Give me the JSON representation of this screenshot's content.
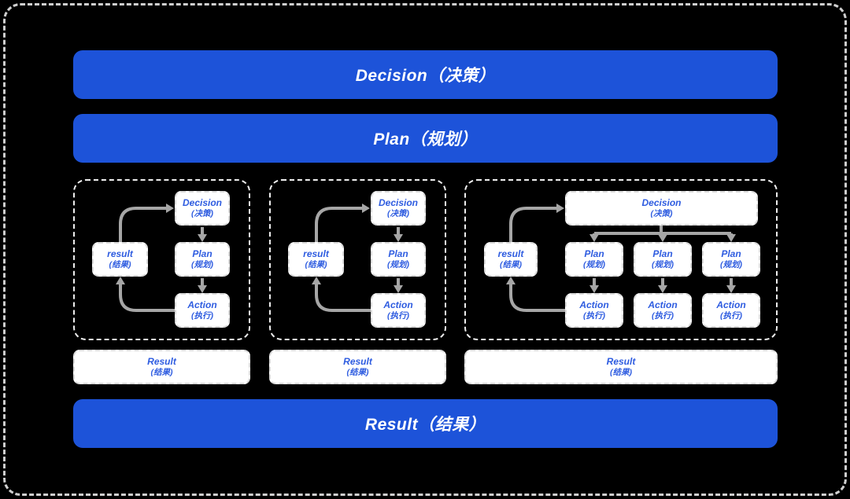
{
  "title_banners": {
    "decision": "Decision（决策）",
    "plan": "Plan（规划）",
    "result": "Result（结果）"
  },
  "node_labels": {
    "decision": {
      "en": "Decision",
      "zh": "(决策)"
    },
    "plan": {
      "en": "Plan",
      "zh": "(规划)"
    },
    "action": {
      "en": "Action",
      "zh": "(执行)"
    },
    "result_node": {
      "en": "result",
      "zh": "(结果)"
    },
    "result_box": {
      "en": "Result",
      "zh": "(结果)"
    }
  },
  "colors": {
    "banner_blue": "#1d53d9",
    "node_text_blue": "#2e5ce0",
    "arrow_gray": "#a6a6a6",
    "outer_dash": "#cfcfcf",
    "panel_dash": "#eeeeee",
    "node_dash": "#d9d9d9",
    "background": "#000000",
    "banner_text": "#ffffff"
  }
}
